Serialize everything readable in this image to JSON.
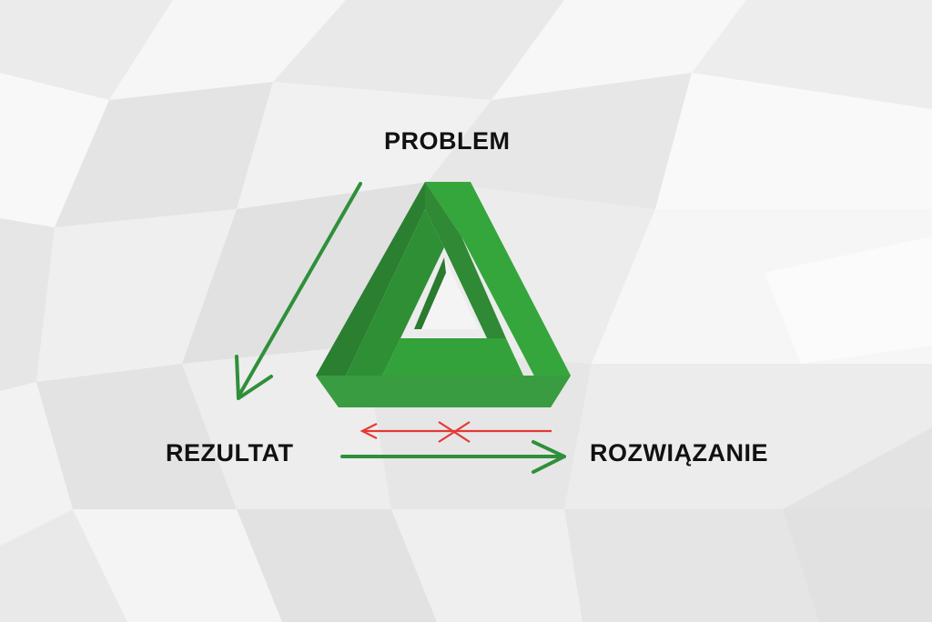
{
  "labels": {
    "top": "PROBLEM",
    "left": "REZULTAT",
    "right": "ROZWIĄZANIE"
  },
  "colors": {
    "green_light": "#34a53a",
    "green_mid": "#2e8f35",
    "green_dark": "#26772c",
    "arrow_green": "#2f8f3a",
    "arrow_red": "#e53935",
    "text": "#111111"
  },
  "icons": {
    "triangle": "impossible-triangle-icon",
    "valid_arrows": "arrow-icon",
    "blocked_arrow": "crossed-arrow-icon"
  }
}
